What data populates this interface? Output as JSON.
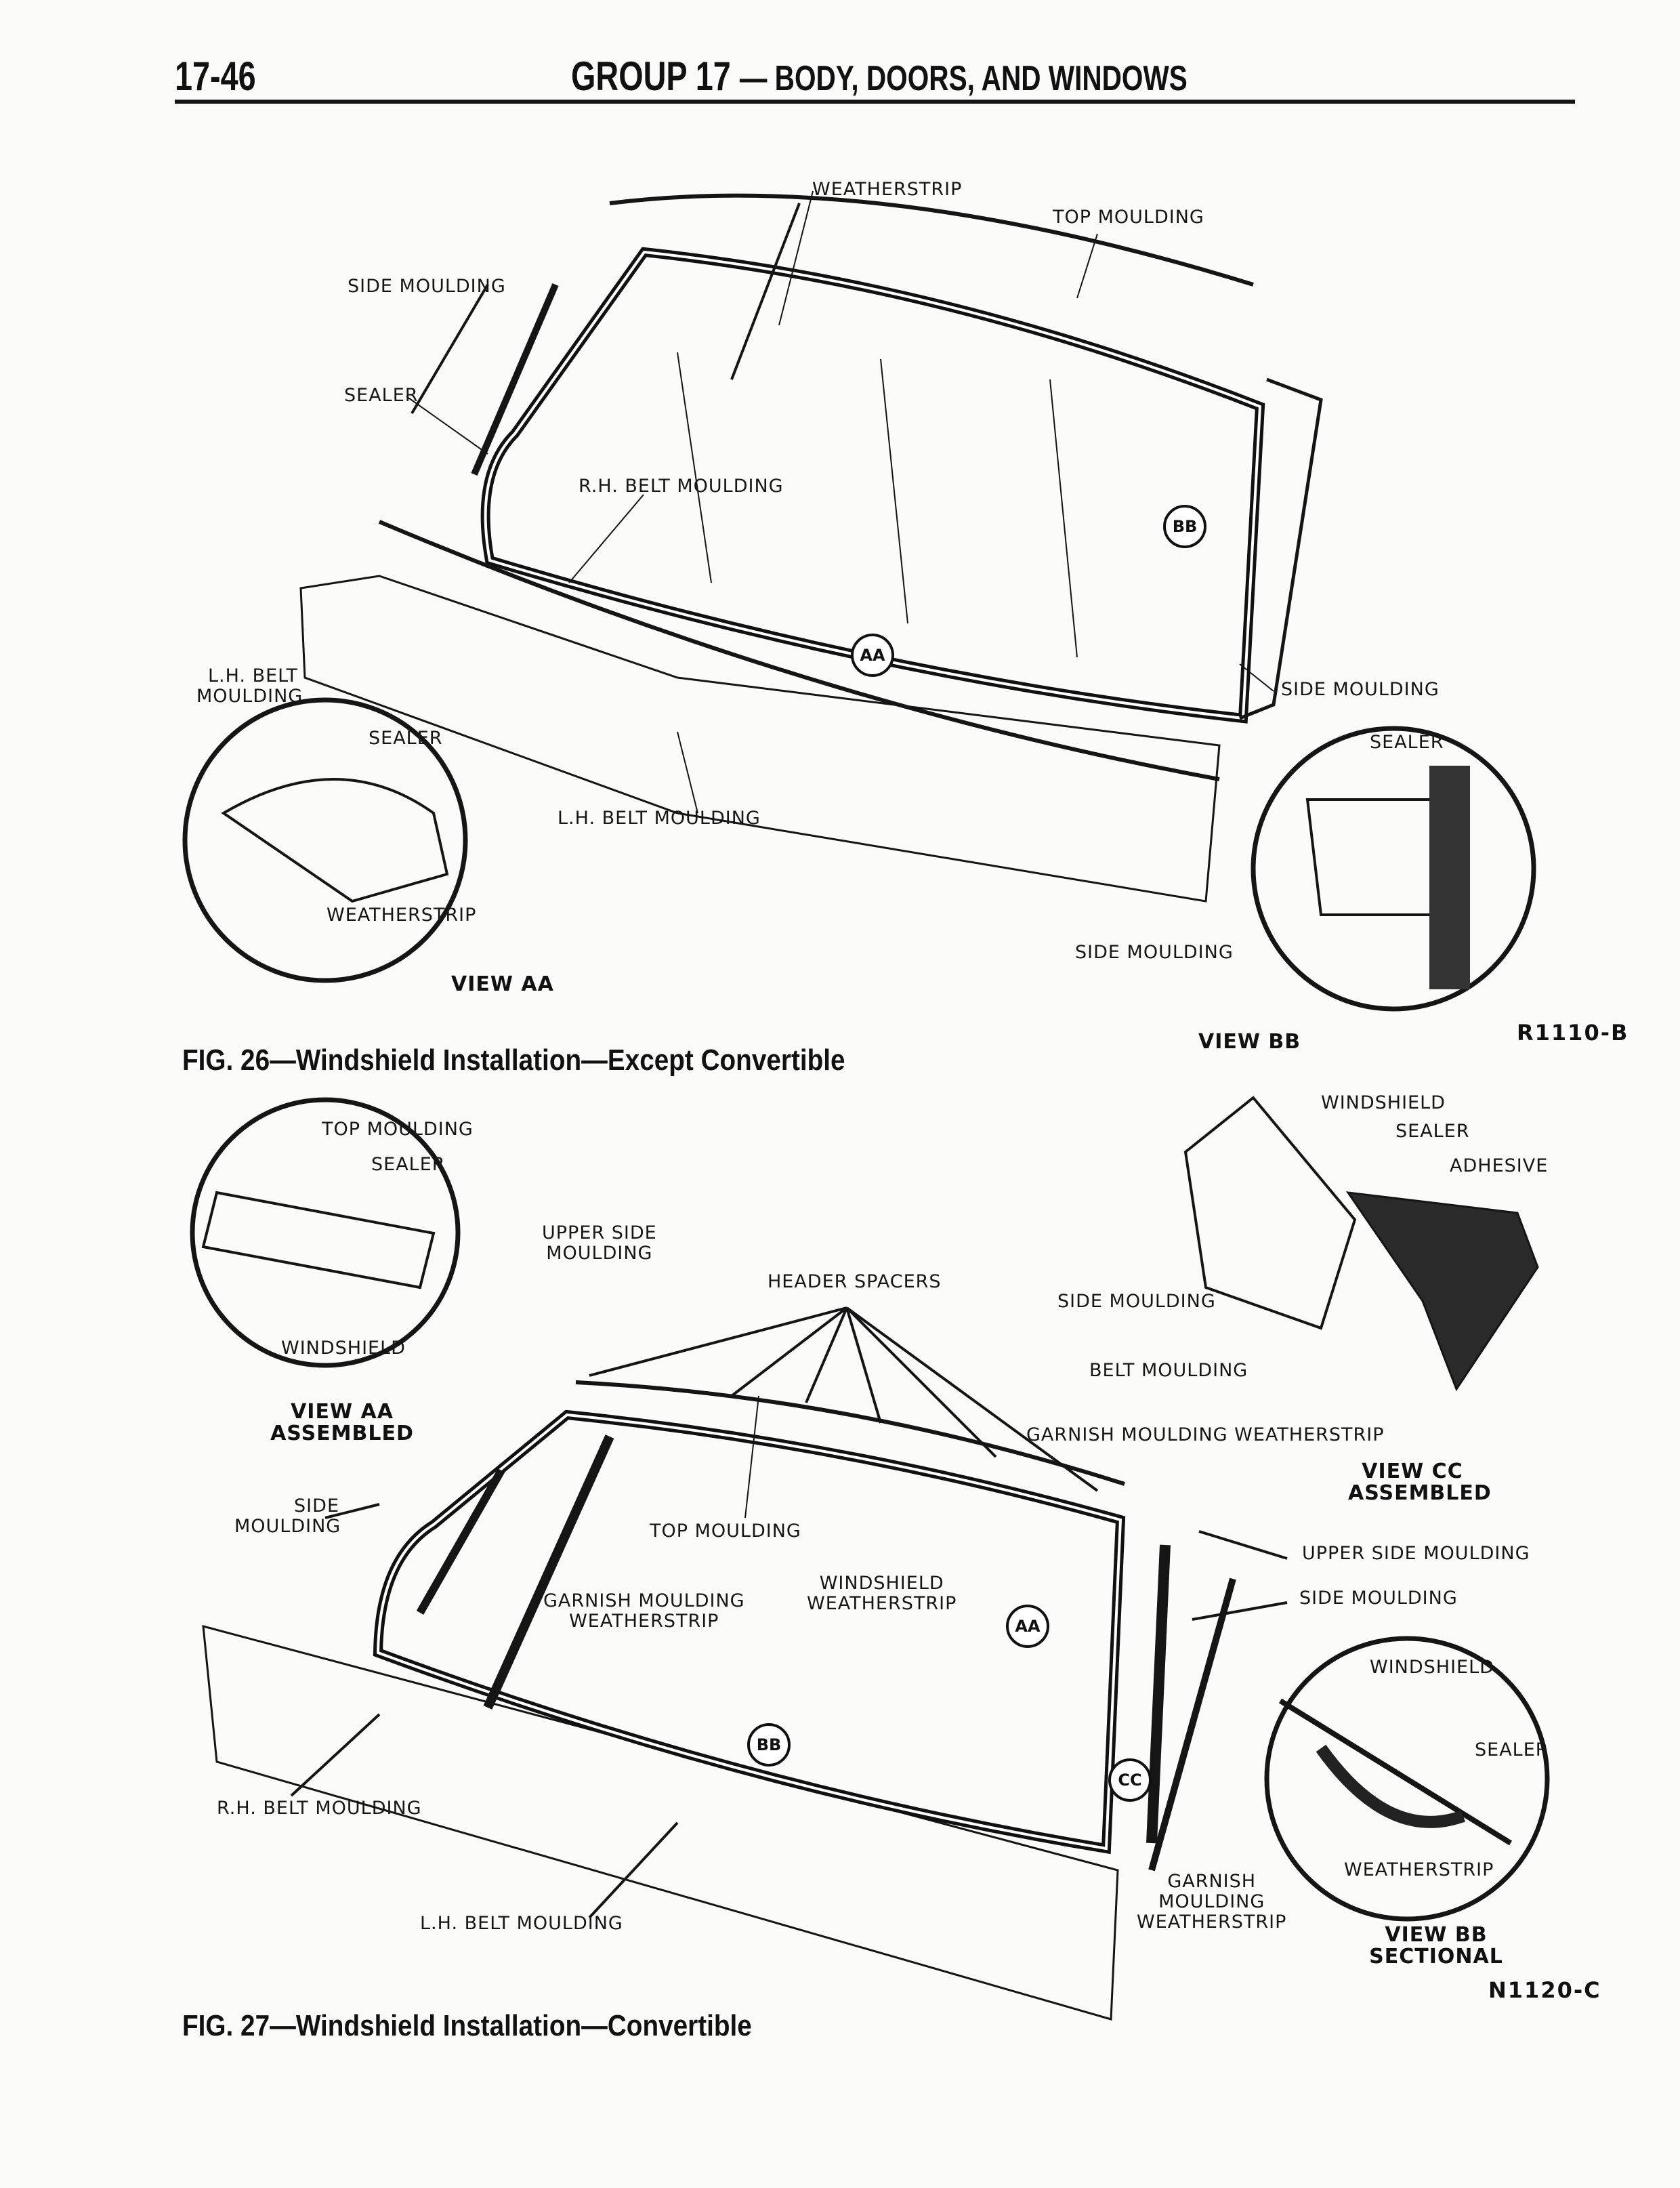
{
  "header": {
    "page_number": "17-46",
    "group_title": "GROUP 17",
    "section_title": "— BODY, DOORS, AND WINDOWS"
  },
  "fig26": {
    "caption": "FIG. 26—Windshield Installation—Except Convertible",
    "code": "R1110-B",
    "labels": {
      "weatherstrip_top": "WEATHERSTRIP",
      "top_moulding": "TOP MOULDING",
      "side_moulding_left": "SIDE MOULDING",
      "sealer_left": "SEALER",
      "rh_belt_moulding": "R.H. BELT MOULDING",
      "lh_belt_moulding_1": "L.H. BELT",
      "lh_belt_moulding_2": "MOULDING",
      "side_moulding_right": "SIDE MOULDING",
      "sealer_aa": "SEALER",
      "sealer_bb": "SEALER",
      "lh_belt_moulding_center": "L.H. BELT MOULDING",
      "weatherstrip_aa": "WEATHERSTRIP",
      "side_moulding_bb": "SIDE MOULDING"
    },
    "callouts": {
      "aa": "AA",
      "bb": "BB"
    },
    "views": {
      "aa": "VIEW AA",
      "bb": "VIEW BB"
    }
  },
  "fig27": {
    "caption": "FIG. 27—Windshield Installation—Convertible",
    "code": "N1120-C",
    "labels": {
      "top_moulding_aa": "TOP MOULDING",
      "sealer_aa": "SEALER",
      "windshield_aa": "WINDSHIELD",
      "upper_side_moulding_1": "UPPER SIDE",
      "upper_side_moulding_2": "MOULDING",
      "header_spacers": "HEADER SPACERS",
      "windshield_cc": "WINDSHIELD",
      "sealer_cc": "SEALER",
      "adhesive_cc": "ADHESIVE",
      "side_moulding_cc": "SIDE MOULDING",
      "belt_moulding_cc": "BELT MOULDING",
      "garnish_weatherstrip_cc": "GARNISH MOULDING WEATHERSTRIP",
      "side_moulding_left_1": "SIDE",
      "side_moulding_left_2": "MOULDING",
      "top_moulding": "TOP MOULDING",
      "garnish_moulding_1": "GARNISH MOULDING",
      "garnish_moulding_2": "WEATHERSTRIP",
      "windshield_weatherstrip_1": "WINDSHIELD",
      "windshield_weatherstrip_2": "WEATHERSTRIP",
      "upper_side_moulding": "UPPER SIDE MOULDING",
      "side_moulding_right": "SIDE MOULDING",
      "rh_belt_moulding": "R.H. BELT MOULDING",
      "lh_belt_moulding": "L.H. BELT MOULDING",
      "windshield_bb": "WINDSHIELD",
      "sealer_bb": "SEALER",
      "weatherstrip_bb": "WEATHERSTRIP",
      "garnish_bb_1": "GARNISH",
      "garnish_bb_2": "MOULDING",
      "garnish_bb_3": "WEATHERSTRIP"
    },
    "callouts": {
      "aa": "AA",
      "bb": "BB",
      "cc": "CC"
    },
    "views": {
      "aa_1": "VIEW AA",
      "aa_2": "ASSEMBLED",
      "cc_1": "VIEW CC",
      "cc_2": "ASSEMBLED",
      "bb_1": "VIEW BB",
      "bb_2": "SECTIONAL"
    }
  }
}
